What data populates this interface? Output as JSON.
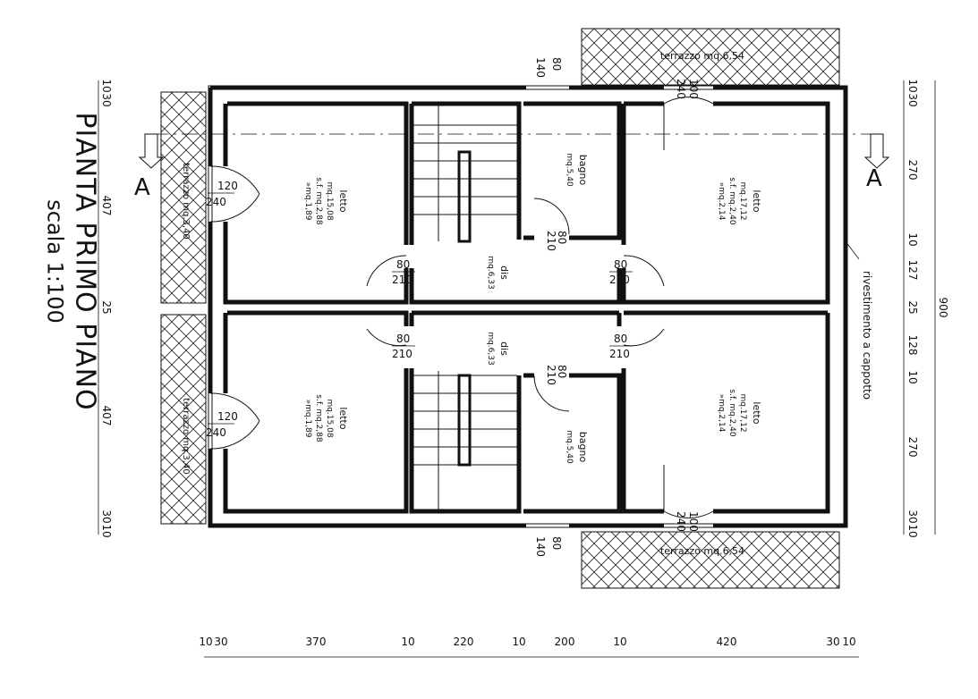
{
  "title": "PIANTA PRIMO PIANO",
  "scale": "scala 1:100",
  "section_label": "A",
  "rooms": {
    "letto_left": {
      "name": "letto",
      "area": "mq.15,08",
      "sf": "s.f. mq.2,88",
      "rapp": "»mq.1,89"
    },
    "letto_right": {
      "name": "letto",
      "area": "mq.17,12",
      "sf": "s.f. mq.2,40",
      "rapp": "»mq.2,14"
    },
    "bagno": {
      "name": "bagno",
      "area": "mq.5,40"
    },
    "dis": {
      "name": "dis",
      "area": "mq.6,33"
    },
    "terrazzo_left": "terrazzo mq.3,40",
    "terrazzo_right": "terrazzo mq.6,54"
  },
  "doors": {
    "w80": "80",
    "h210": "210",
    "w120": "120",
    "h240": "240",
    "w100": "100",
    "w140": "140"
  },
  "note": "rivestimento a cappotto",
  "dims_bottom": [
    "10",
    "30",
    "370",
    "10",
    "220",
    "10",
    "200",
    "10",
    "420",
    "30",
    "10"
  ],
  "dims_left": [
    "10",
    "30",
    "407",
    "25",
    "407",
    "30",
    "10"
  ],
  "dims_right": [
    "10",
    "30",
    "270",
    "10",
    "127",
    "25",
    "128",
    "10",
    "270",
    "30",
    "10"
  ],
  "dims_total": "900"
}
